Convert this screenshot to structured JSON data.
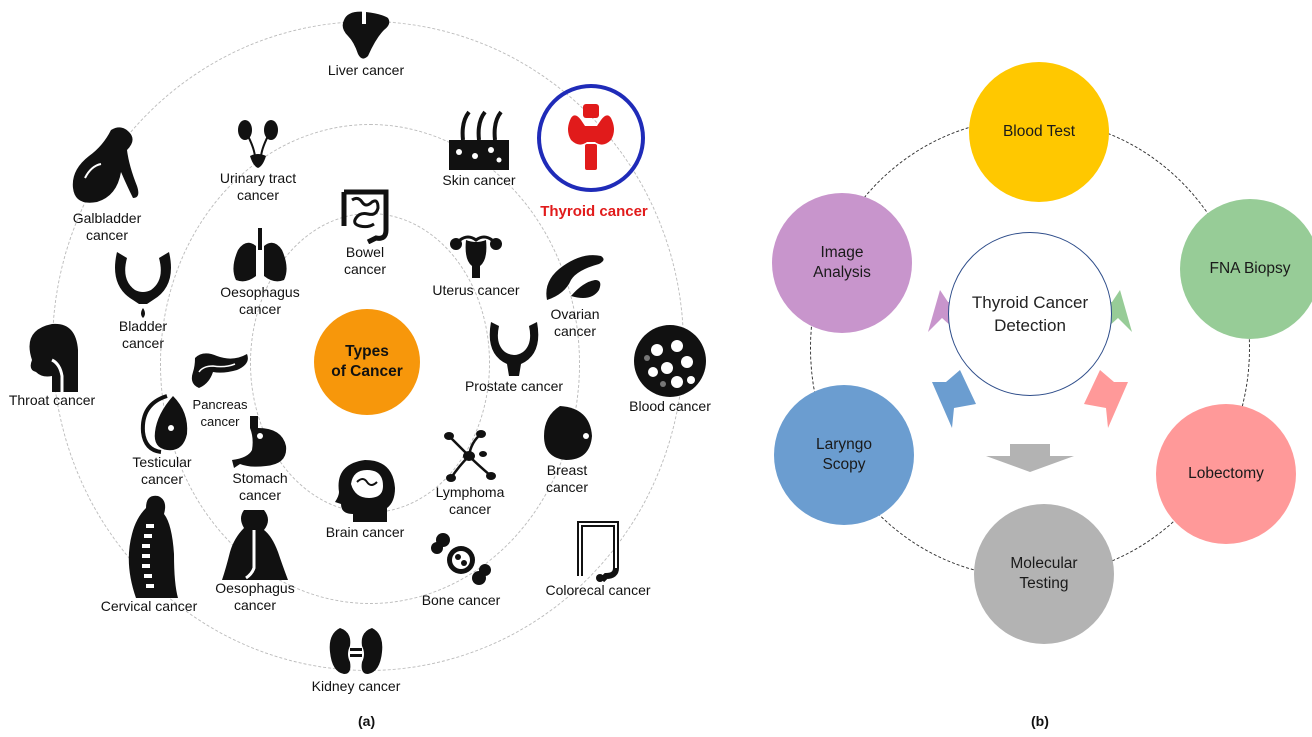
{
  "panel_a": {
    "center_label_line1": "Types",
    "center_label_line2": "of Cancer",
    "highlight_label": "Thyroid cancer",
    "caption": "(a)",
    "items": {
      "liver": "Liver cancer",
      "skin": "Skin cancer",
      "urinary_1": "Urinary tract",
      "urinary_2": "cancer",
      "gallbladder_1": "Galbladder",
      "gallbladder_2": "cancer",
      "bowel_1": "Bowel",
      "bowel_2": "cancer",
      "uterus": "Uterus cancer",
      "ovarian_1": "Ovarian",
      "ovarian_2": "cancer",
      "oesophagus_lungs_1": "Oesophagus",
      "oesophagus_lungs_2": "cancer",
      "bladder_1": "Bladder",
      "bladder_2": "cancer",
      "throat": "Throat cancer",
      "pancreas_1": "Pancreas",
      "pancreas_2": "cancer",
      "prostate": "Prostate cancer",
      "blood": "Blood cancer",
      "testicular_1": "Testicular",
      "testicular_2": "cancer",
      "stomach_1": "Stomach",
      "stomach_2": "cancer",
      "lymphoma_1": "Lymphoma",
      "lymphoma_2": "cancer",
      "breast_1": "Breast",
      "breast_2": "cancer",
      "brain": "Brain cancer",
      "cervical": "Cervical cancer",
      "oesophagus_1": "Oesophagus",
      "oesophagus_2": "cancer",
      "bone": "Bone cancer",
      "colorectal": "Colorecal cancer",
      "kidney": "Kidney cancer"
    }
  },
  "panel_b": {
    "center_line1": "Thyroid Cancer",
    "center_line2": "Detection",
    "caption": "(b)",
    "nodes": {
      "blood_test": "Blood Test",
      "fna_1": "FNA Biopsy",
      "lobectomy": "Lobectomy",
      "molecular_1": "Molecular",
      "molecular_2": "Testing",
      "laryngo_1": "Laryngo",
      "laryngo_2": "Scopy",
      "image_1": "Image",
      "image_2": "Analysis"
    },
    "colors": {
      "blood_test": "#ffc800",
      "fna": "#97cc97",
      "lobectomy": "#ff9999",
      "molecular": "#b3b3b3",
      "laryngo": "#6b9dd0",
      "image": "#c895cc"
    }
  },
  "colors": {
    "center_a": "#f7970b",
    "highlight_red": "#e11b1b",
    "highlight_ring": "#1f2bb8"
  }
}
